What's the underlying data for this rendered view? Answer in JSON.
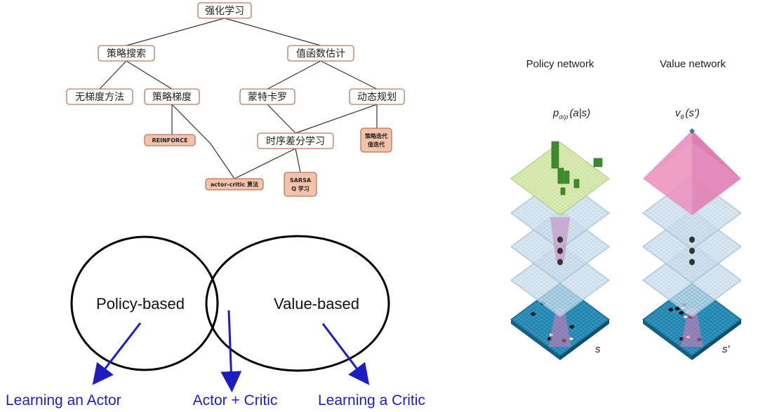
{
  "tree": {
    "root": "强化学习",
    "policy_search": "策略搜索",
    "value_estimation": "值函数估计",
    "gradient_free": "无梯度方法",
    "policy_gradient": "策略梯度",
    "monte_carlo": "蒙特卡罗",
    "dynamic_programming": "动态规划",
    "td_learning": "时序差分学习",
    "reinforce": "REINFORCE",
    "policy_iteration": "策略迭代",
    "value_iteration": "值迭代",
    "actor_critic": "actor-critic 算法",
    "sarsa": "SARSA",
    "q_learning": "Q 学习"
  },
  "venn": {
    "left_label": "Policy-based",
    "right_label": "Value-based",
    "bottom_left": "Learning an Actor",
    "bottom_middle": "Actor + Critic",
    "bottom_right": "Learning a Critic",
    "arrow_color": "#1c1cc2"
  },
  "networks": {
    "policy_title": "Policy network",
    "value_title": "Value network",
    "policy_formula": "p",
    "policy_formula_sub": "σ/ρ",
    "policy_formula_args": "(a|s)",
    "value_formula": "v",
    "value_formula_sub": "θ",
    "value_formula_args": "(s′)",
    "policy_state": "s",
    "value_state": "s′",
    "colors": {
      "board": "#1f84b0",
      "hidden_layer": "#bcd4e6",
      "policy_output": "#d9eab0",
      "value_output": "#e889b8"
    }
  },
  "colors": {
    "tree_box_border": "#b77a5c",
    "tree_leaf_fill": "#f2c2aa"
  }
}
